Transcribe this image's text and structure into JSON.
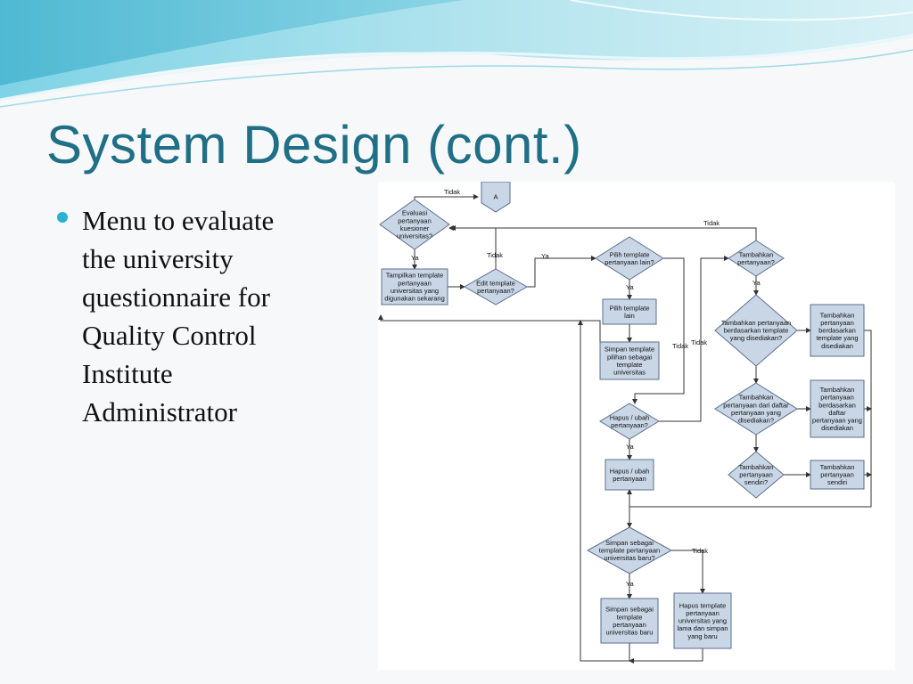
{
  "slide": {
    "title": "System Design (cont.)",
    "bullet": [
      "Menu to evaluate",
      "the university",
      "questionnaire for",
      "Quality Control",
      "Institute",
      "Administrator"
    ]
  },
  "colors": {
    "title": "#1f6f86",
    "bullet": "#2ab0d0",
    "node_fill": "#c9d6e6",
    "node_stroke": "#5b6f8a",
    "wave_light": "#bfe3ee",
    "wave_dark": "#4fb6cf"
  },
  "flowchart": {
    "nodes": {
      "offpage_a": [
        "A"
      ],
      "decision_evaluasi": [
        "Evaluasi",
        "pertanyaan",
        "kuesioner",
        "universitas?"
      ],
      "process_tampilkan": [
        "Tampilkan template",
        "pertanyaan",
        "universitas yang",
        "digunakan sekarang"
      ],
      "decision_edit": [
        "Edit template",
        "pertanyaan?"
      ],
      "decision_pilih_lain": [
        "Pilih template",
        "pertanyaan lain?"
      ],
      "process_pilih_lain": [
        "Pilih template",
        "lain"
      ],
      "process_simpan_pilihan": [
        "Simpan template",
        "pilihan sebagai",
        "template",
        "universitas"
      ],
      "decision_hapus_ubah": [
        "Hapus / ubah",
        "pertanyaan?"
      ],
      "process_hapus_ubah": [
        "Hapus / ubah",
        "pertanyaan"
      ],
      "decision_tambahkan": [
        "Tambahkan",
        "pertanyaan?"
      ],
      "decision_tambah_template": [
        "Tambahkan pertanyaan",
        "berdasarkan template",
        "yang disediakan?"
      ],
      "process_tambah_template": [
        "Tambahkan",
        "pertanyaan",
        "berdasarkan",
        "template yang",
        "disediakan"
      ],
      "decision_tambah_daftar": [
        "Tambahkan",
        "pertanyaan dari daftar",
        "pertanyaan yang",
        "disediakan?"
      ],
      "process_tambah_daftar": [
        "Tambahkan",
        "pertanyaan",
        "berdasarkan",
        "daftar",
        "pertanyaan yang",
        "disediakan"
      ],
      "decision_tambah_sendiri": [
        "Tambahkan",
        "pertanyaan",
        "sendiri?"
      ],
      "process_tambah_sendiri": [
        "Tambahkan",
        "pertanyaan",
        "sendiri"
      ],
      "decision_simpan_baru": [
        "Simpan sebagai",
        "template pertanyaan",
        "universitas baru?"
      ],
      "process_simpan_baru": [
        "Simpan sebagai",
        "template",
        "pertanyaan",
        "universitas baru"
      ],
      "process_hapus_template": [
        "Hapus template",
        "pertanyaan",
        "universitas yang",
        "lama dan simpan",
        "yang baru"
      ]
    },
    "edge_labels": {
      "tidak": "Tidak",
      "ya": "Ya"
    }
  }
}
